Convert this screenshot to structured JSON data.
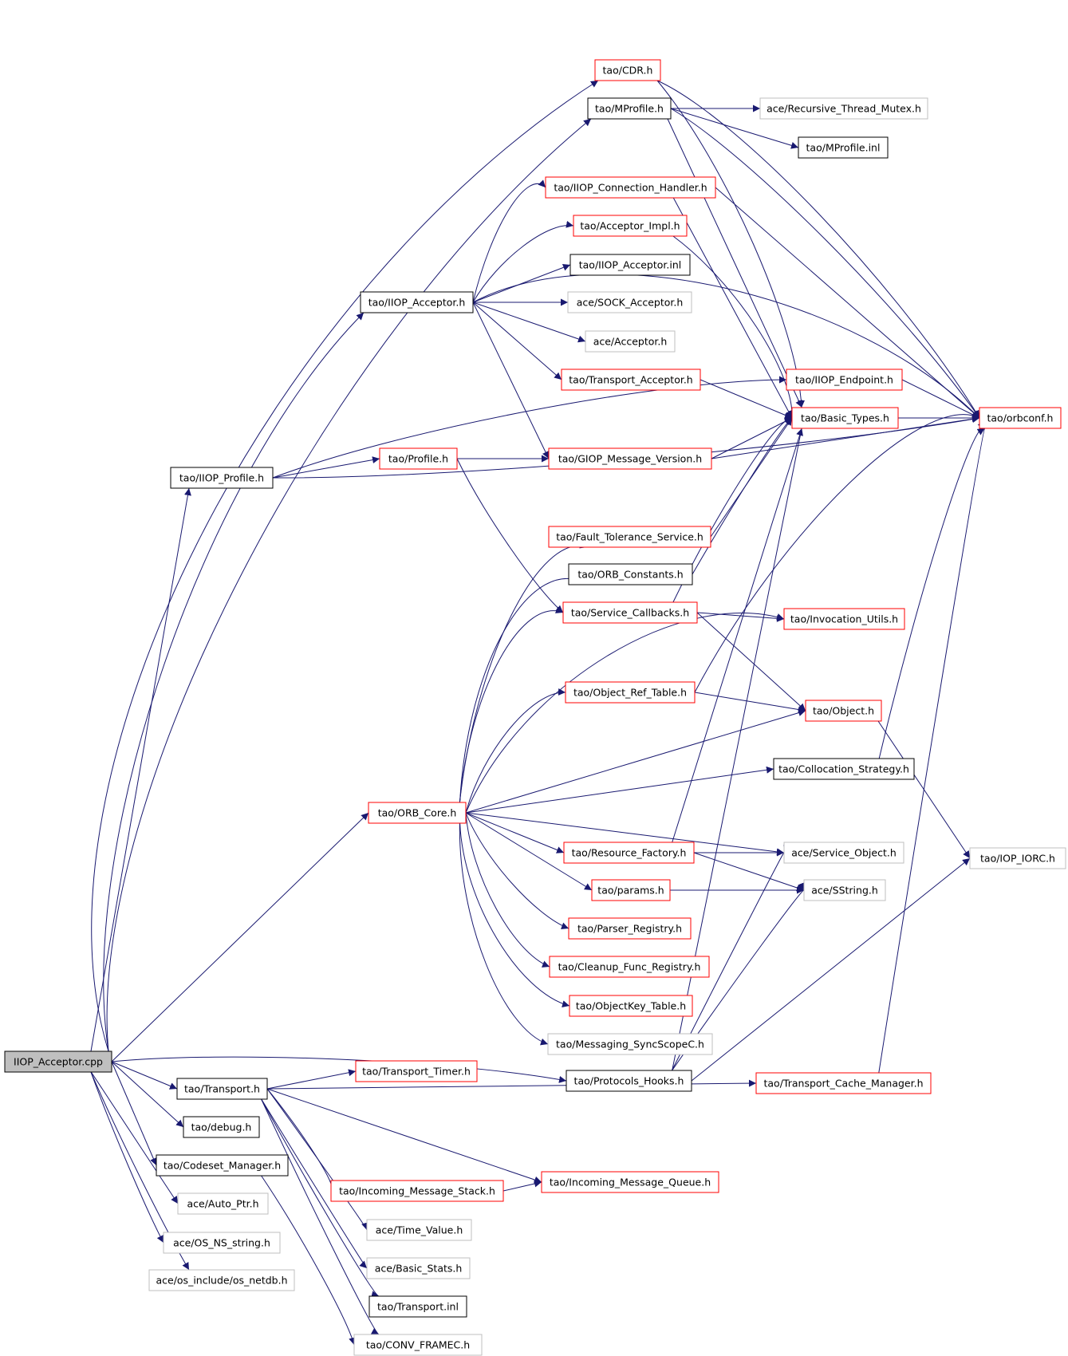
{
  "colors": {
    "edge": "#191970",
    "black_border": "#000000",
    "red_border": "#ff0000",
    "gray_border": "#bfbfbf",
    "root_fill": "#bfbfbf",
    "fill": "#ffffff"
  },
  "nodes": [
    {
      "id": "root",
      "label": "IIOP_Acceptor.cpp",
      "style": "root"
    },
    {
      "id": "cdr",
      "label": "tao/CDR.h",
      "style": "red"
    },
    {
      "id": "mprofile",
      "label": "tao/MProfile.h",
      "style": "black"
    },
    {
      "id": "recmutex",
      "label": "ace/Recursive_Thread_Mutex.h",
      "style": "gray"
    },
    {
      "id": "mprofileinl",
      "label": "tao/MProfile.inl",
      "style": "black"
    },
    {
      "id": "iiopch",
      "label": "tao/IIOP_Connection_Handler.h",
      "style": "red"
    },
    {
      "id": "accimpl",
      "label": "tao/Acceptor_Impl.h",
      "style": "red"
    },
    {
      "id": "iiopaccinl",
      "label": "tao/IIOP_Acceptor.inl",
      "style": "black"
    },
    {
      "id": "iiopacc",
      "label": "tao/IIOP_Acceptor.h",
      "style": "black"
    },
    {
      "id": "sockacc",
      "label": "ace/SOCK_Acceptor.h",
      "style": "gray"
    },
    {
      "id": "aceacc",
      "label": "ace/Acceptor.h",
      "style": "gray"
    },
    {
      "id": "transacc",
      "label": "tao/Transport_Acceptor.h",
      "style": "red"
    },
    {
      "id": "iiopend",
      "label": "tao/IIOP_Endpoint.h",
      "style": "red"
    },
    {
      "id": "basictypes",
      "label": "tao/Basic_Types.h",
      "style": "red"
    },
    {
      "id": "orbconf",
      "label": "tao/orbconf.h",
      "style": "red"
    },
    {
      "id": "iiopprof",
      "label": "tao/IIOP_Profile.h",
      "style": "black"
    },
    {
      "id": "profile",
      "label": "tao/Profile.h",
      "style": "red"
    },
    {
      "id": "giopver",
      "label": "tao/GIOP_Message_Version.h",
      "style": "red"
    },
    {
      "id": "fts",
      "label": "tao/Fault_Tolerance_Service.h",
      "style": "red"
    },
    {
      "id": "orbconst",
      "label": "tao/ORB_Constants.h",
      "style": "black"
    },
    {
      "id": "servcb",
      "label": "tao/Service_Callbacks.h",
      "style": "red"
    },
    {
      "id": "invutils",
      "label": "tao/Invocation_Utils.h",
      "style": "red"
    },
    {
      "id": "objreftab",
      "label": "tao/Object_Ref_Table.h",
      "style": "red"
    },
    {
      "id": "object",
      "label": "tao/Object.h",
      "style": "red"
    },
    {
      "id": "collstrat",
      "label": "tao/Collocation_Strategy.h",
      "style": "black"
    },
    {
      "id": "orbcore",
      "label": "tao/ORB_Core.h",
      "style": "red"
    },
    {
      "id": "resfact",
      "label": "tao/Resource_Factory.h",
      "style": "red"
    },
    {
      "id": "servobj",
      "label": "ace/Service_Object.h",
      "style": "gray"
    },
    {
      "id": "iopiorc",
      "label": "tao/IOP_IORC.h",
      "style": "gray"
    },
    {
      "id": "params",
      "label": "tao/params.h",
      "style": "red"
    },
    {
      "id": "sstring",
      "label": "ace/SString.h",
      "style": "gray"
    },
    {
      "id": "parserreg",
      "label": "tao/Parser_Registry.h",
      "style": "red"
    },
    {
      "id": "cleanup",
      "label": "tao/Cleanup_Func_Registry.h",
      "style": "red"
    },
    {
      "id": "objkeytab",
      "label": "tao/ObjectKey_Table.h",
      "style": "red"
    },
    {
      "id": "msgsync",
      "label": "tao/Messaging_SyncScopeC.h",
      "style": "gray"
    },
    {
      "id": "transtimer",
      "label": "tao/Transport_Timer.h",
      "style": "red"
    },
    {
      "id": "transport",
      "label": "tao/Transport.h",
      "style": "black"
    },
    {
      "id": "prothooks",
      "label": "tao/Protocols_Hooks.h",
      "style": "black"
    },
    {
      "id": "tcm",
      "label": "tao/Transport_Cache_Manager.h",
      "style": "red"
    },
    {
      "id": "debug",
      "label": "tao/debug.h",
      "style": "black"
    },
    {
      "id": "codeset",
      "label": "tao/Codeset_Manager.h",
      "style": "black"
    },
    {
      "id": "autoptr",
      "label": "ace/Auto_Ptr.h",
      "style": "gray"
    },
    {
      "id": "osns",
      "label": "ace/OS_NS_string.h",
      "style": "gray"
    },
    {
      "id": "netdb",
      "label": "ace/os_include/os_netdb.h",
      "style": "gray"
    },
    {
      "id": "inmsgstack",
      "label": "tao/Incoming_Message_Stack.h",
      "style": "red"
    },
    {
      "id": "inmsgqueue",
      "label": "tao/Incoming_Message_Queue.h",
      "style": "red"
    },
    {
      "id": "timevalue",
      "label": "ace/Time_Value.h",
      "style": "gray"
    },
    {
      "id": "basicstats",
      "label": "ace/Basic_Stats.h",
      "style": "gray"
    },
    {
      "id": "transinl",
      "label": "tao/Transport.inl",
      "style": "black"
    },
    {
      "id": "convframe",
      "label": "tao/CONV_FRAMEC.h",
      "style": "gray"
    }
  ],
  "edges": [
    [
      "root",
      "cdr"
    ],
    [
      "root",
      "mprofile"
    ],
    [
      "root",
      "iiopacc"
    ],
    [
      "root",
      "iiopprof"
    ],
    [
      "root",
      "orbcore"
    ],
    [
      "root",
      "transport"
    ],
    [
      "root",
      "prothooks"
    ],
    [
      "root",
      "debug"
    ],
    [
      "root",
      "codeset"
    ],
    [
      "root",
      "autoptr"
    ],
    [
      "root",
      "osns"
    ],
    [
      "root",
      "netdb"
    ],
    [
      "cdr",
      "orbconf"
    ],
    [
      "cdr",
      "basictypes"
    ],
    [
      "mprofile",
      "recmutex"
    ],
    [
      "mprofile",
      "mprofileinl"
    ],
    [
      "mprofile",
      "orbconf"
    ],
    [
      "mprofile",
      "basictypes"
    ],
    [
      "iiopacc",
      "iiopch"
    ],
    [
      "iiopacc",
      "accimpl"
    ],
    [
      "iiopacc",
      "iiopaccinl"
    ],
    [
      "iiopacc",
      "sockacc"
    ],
    [
      "iiopacc",
      "aceacc"
    ],
    [
      "iiopacc",
      "transacc"
    ],
    [
      "iiopacc",
      "giopver"
    ],
    [
      "iiopacc",
      "orbconf"
    ],
    [
      "iiopch",
      "orbconf"
    ],
    [
      "iiopch",
      "basictypes"
    ],
    [
      "accimpl",
      "basictypes"
    ],
    [
      "transacc",
      "basictypes"
    ],
    [
      "iiopend",
      "orbconf"
    ],
    [
      "basictypes",
      "orbconf"
    ],
    [
      "iiopprof",
      "iiopend"
    ],
    [
      "iiopprof",
      "profile"
    ],
    [
      "iiopprof",
      "orbconf"
    ],
    [
      "profile",
      "giopver"
    ],
    [
      "profile",
      "servcb"
    ],
    [
      "giopver",
      "basictypes"
    ],
    [
      "giopver",
      "orbconf"
    ],
    [
      "fts",
      "basictypes"
    ],
    [
      "orbconst",
      "basictypes"
    ],
    [
      "servcb",
      "basictypes"
    ],
    [
      "servcb",
      "invutils"
    ],
    [
      "servcb",
      "object"
    ],
    [
      "objreftab",
      "object"
    ],
    [
      "objreftab",
      "orbconf"
    ],
    [
      "object",
      "iopiorc"
    ],
    [
      "collstrat",
      "orbconf"
    ],
    [
      "orbcore",
      "fts"
    ],
    [
      "orbcore",
      "orbconst"
    ],
    [
      "orbcore",
      "servcb"
    ],
    [
      "orbcore",
      "invutils"
    ],
    [
      "orbcore",
      "objreftab"
    ],
    [
      "orbcore",
      "object"
    ],
    [
      "orbcore",
      "collstrat"
    ],
    [
      "orbcore",
      "resfact"
    ],
    [
      "orbcore",
      "servobj"
    ],
    [
      "orbcore",
      "params"
    ],
    [
      "orbcore",
      "parserreg"
    ],
    [
      "orbcore",
      "cleanup"
    ],
    [
      "orbcore",
      "objkeytab"
    ],
    [
      "orbcore",
      "msgsync"
    ],
    [
      "resfact",
      "basictypes"
    ],
    [
      "resfact",
      "servobj"
    ],
    [
      "resfact",
      "sstring"
    ],
    [
      "params",
      "sstring"
    ],
    [
      "prothooks",
      "basictypes"
    ],
    [
      "prothooks",
      "servobj"
    ],
    [
      "prothooks",
      "sstring"
    ],
    [
      "prothooks",
      "iopiorc"
    ],
    [
      "tcm",
      "orbconf"
    ],
    [
      "transport",
      "transtimer"
    ],
    [
      "transport",
      "tcm"
    ],
    [
      "transport",
      "inmsgqueue"
    ],
    [
      "transport",
      "inmsgstack"
    ],
    [
      "transport",
      "timevalue"
    ],
    [
      "transport",
      "basicstats"
    ],
    [
      "transport",
      "transinl"
    ],
    [
      "transport",
      "convframe"
    ],
    [
      "inmsgstack",
      "inmsgqueue"
    ],
    [
      "codeset",
      "convframe"
    ]
  ]
}
